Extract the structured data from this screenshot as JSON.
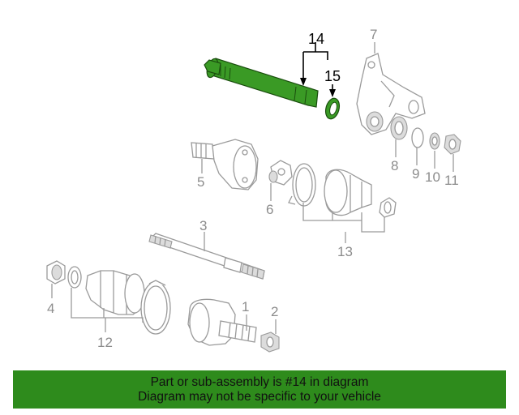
{
  "diagram": {
    "callouts": {
      "c1": "1",
      "c2": "2",
      "c3": "3",
      "c4": "4",
      "c5": "5",
      "c6": "6",
      "c7": "7",
      "c8": "8",
      "c9": "9",
      "c10": "10",
      "c11": "11",
      "c12": "12",
      "c13": "13",
      "c14": "14",
      "c15": "15"
    },
    "highlighted_callout": "14",
    "highlight_color": "#3a9a25",
    "part_color": "#9a9a9a"
  },
  "banner": {
    "line1": "Part or sub-assembly is #14 in diagram",
    "line2": "Diagram may not be specific to your vehicle",
    "background": "#2e8b1c"
  }
}
